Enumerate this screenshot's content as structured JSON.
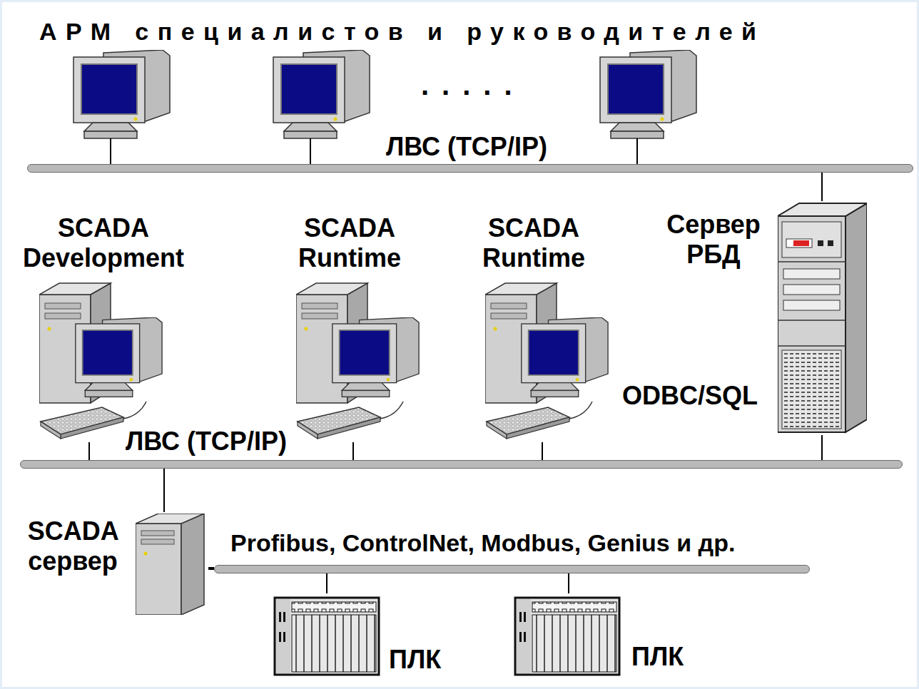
{
  "diagram": {
    "title": "АРМ специалистов и руководителей",
    "nodes": [
      {
        "text": [
          "ЛВС (TCP/IP)"
        ]
      },
      {
        "text": [
          "SCADA Development"
        ]
      },
      {
        "text": [
          "SCADA Runtime"
        ]
      },
      {
        "text": [
          "SCADA Runtime"
        ]
      },
      {
        "text": [
          "Сервер РБД",
          "ODBC/SQL"
        ]
      },
      {
        "text": [
          "ЛВС (TCP/IP)"
        ]
      },
      {
        "text": [
          "SCADA сервер"
        ]
      },
      {
        "text": [
          "Profibus, ControlNet, Modbus, Genius и др."
        ]
      },
      {
        "text": [
          "ПЛК"
        ]
      },
      {
        "text": [
          "ПЛК"
        ]
      }
    ],
    "edges": [
      {
        "from": 4,
        "to": 0,
        "arrow": "none"
      },
      {
        "from": 1,
        "to": 5,
        "arrow": "none"
      },
      {
        "from": 2,
        "to": 5,
        "arrow": "none"
      },
      {
        "from": 3,
        "to": 5,
        "arrow": "none"
      },
      {
        "from": 4,
        "to": 5,
        "arrow": "none"
      },
      {
        "from": 6,
        "to": 5,
        "arrow": "none"
      },
      {
        "from": 6,
        "to": 7,
        "arrow": "none"
      },
      {
        "from": 8,
        "to": 7,
        "arrow": "none"
      },
      {
        "from": 9,
        "to": 7,
        "arrow": "none"
      }
    ],
    "labels": [
      "....."
    ]
  }
}
